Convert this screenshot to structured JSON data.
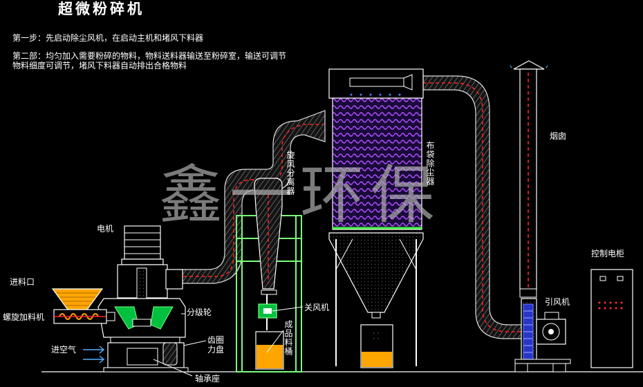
{
  "title": "超微粉碎机",
  "steps": {
    "step1": "第一步：先启动除尘风机，在启动主机和堵风下料器",
    "step2_line1": "第二部：均匀加入需要粉碎的物料，物料送料器输送至粉碎室，输送可调节",
    "step2_line2": "物料细度可调节，堵风下料器自动排出合格物料"
  },
  "labels": {
    "motor": "电机",
    "feed_inlet": "进料口",
    "screw_feeder": "螺旋加料机",
    "air_inlet": "进空气",
    "classifier_wheel": "分级轮",
    "gear_ring": "齿圈",
    "force_plate": "力盘",
    "bearing_seat": "轴承座",
    "cyclone": "旋风分离器",
    "airlock": "关风机",
    "product_bucket": "成品料桶",
    "bag_filter": "布袋除尘器",
    "chimney": "烟囱",
    "fan": "引风机",
    "control_cabinet": "控制电柜"
  },
  "watermark": "鑫一环保",
  "colors": {
    "background": "#000000",
    "duct": "#c8c8c8",
    "airflow": "#ff2020",
    "frame": "#7cff7c",
    "product": "#ffa500",
    "filter_bags": "#a040ff",
    "fan_motor": "#4a5cff"
  }
}
